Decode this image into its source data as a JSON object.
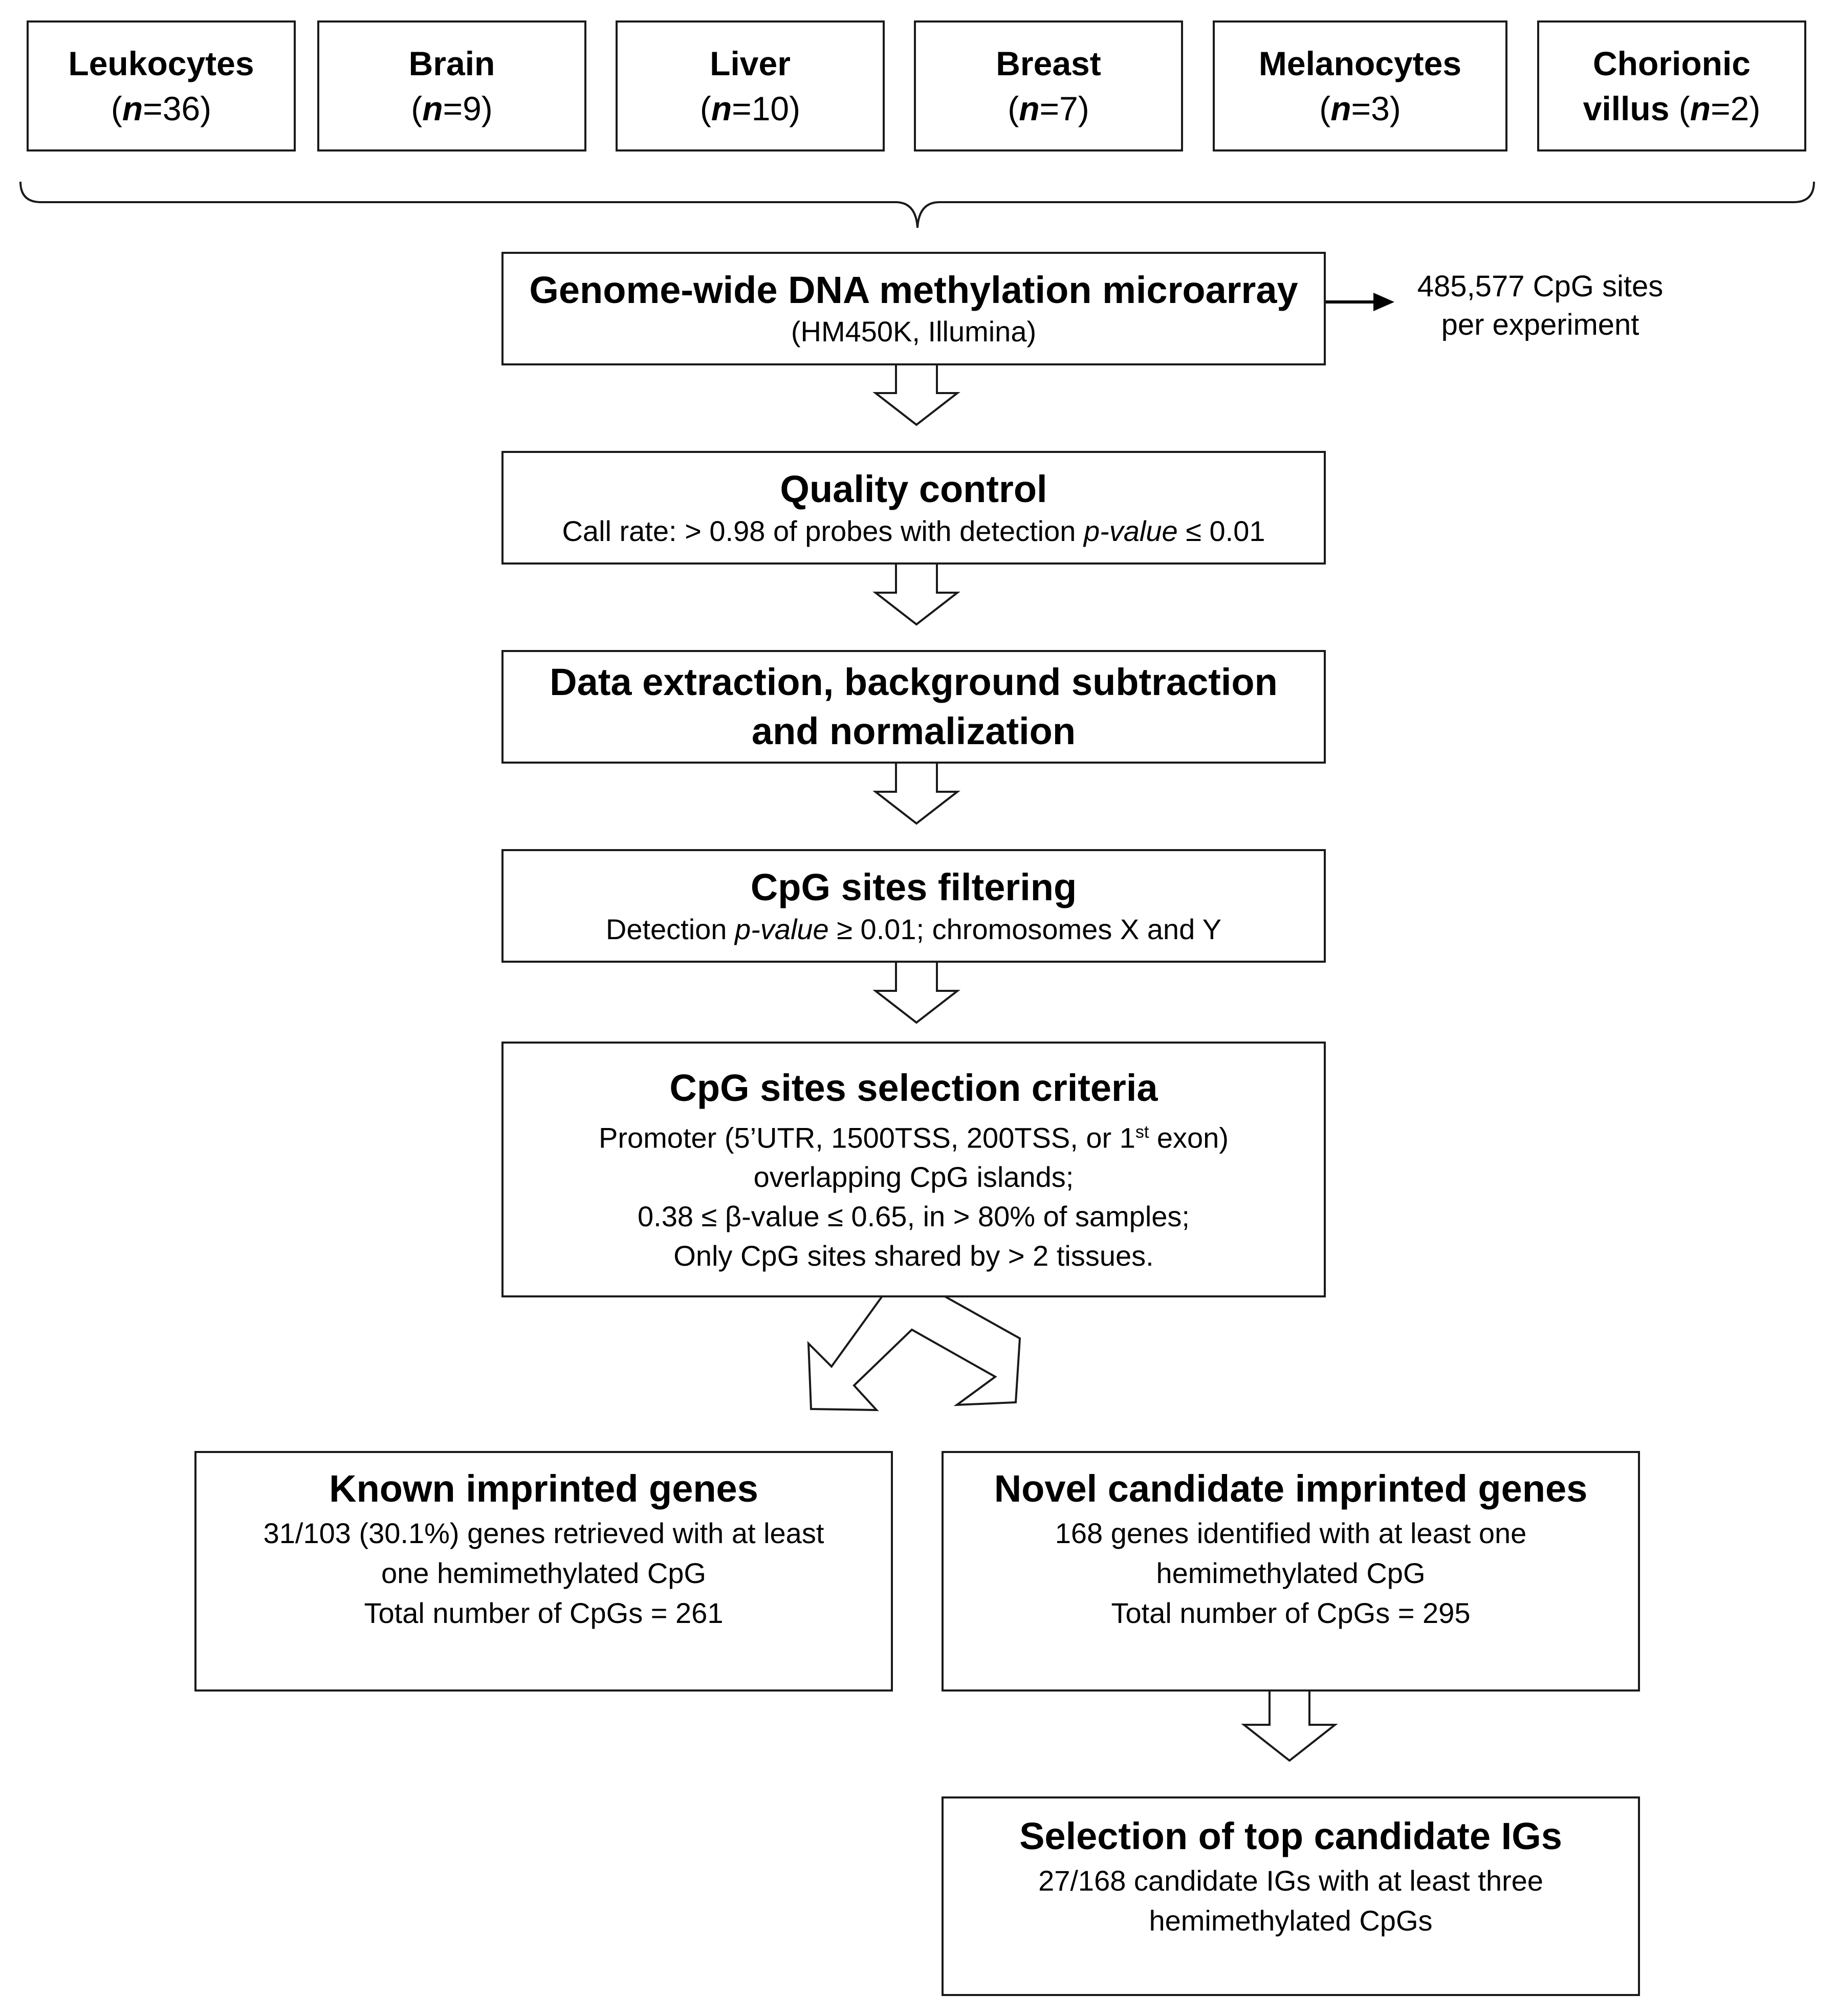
{
  "tissues": [
    {
      "name": "Leukocytes",
      "count": "36"
    },
    {
      "name": "Brain",
      "count": "9"
    },
    {
      "name": "Liver",
      "count": "10"
    },
    {
      "name": "Breast",
      "count": "7"
    },
    {
      "name": "Melanocytes",
      "count": "3"
    },
    {
      "name": "Chorionic",
      "name2": "villus",
      "count": "2"
    }
  ],
  "n_label": "n",
  "microarray": {
    "title": "Genome-wide DNA methylation microarray",
    "sub": "(HM450K, Illumina)",
    "note1": "485,577 CpG sites",
    "note2": "per experiment"
  },
  "qc": {
    "title": "Quality control",
    "pre": "Call rate: > 0.98 of probes with detection",
    "ital": "p-value",
    "post": "≤ 0.01"
  },
  "extraction": {
    "line1": "Data extraction, background subtraction",
    "line2": "and normalization"
  },
  "filtering": {
    "title": "CpG sites filtering",
    "pre": "Detection",
    "ital": "p-value",
    "post": "≥ 0.01; chromosomes X and Y"
  },
  "selection": {
    "title": "CpG sites selection criteria",
    "l1a": "Promoter (5’UTR, 1500TSS, 200TSS, or 1",
    "l1sup": "st",
    "l1b": " exon)",
    "l2": "overlapping CpG islands;",
    "l3": "0.38 ≤ β-value ≤ 0.65, in > 80% of samples;",
    "l4": "Only CpG sites shared by > 2 tissues."
  },
  "known": {
    "title": "Known imprinted genes",
    "l1": "31/103 (30.1%) genes retrieved with at least",
    "l2": "one hemimethylated CpG",
    "l3": "Total number of CpGs = 261"
  },
  "novel": {
    "title": "Novel candidate imprinted genes",
    "l1": "168 genes identified with at least one",
    "l2": "hemimethylated CpG",
    "l3": "Total number of CpGs = 295"
  },
  "top": {
    "title": "Selection of top candidate IGs",
    "l1": "27/168 candidate IGs with at least three",
    "l2": "hemimethylated CpGs"
  }
}
